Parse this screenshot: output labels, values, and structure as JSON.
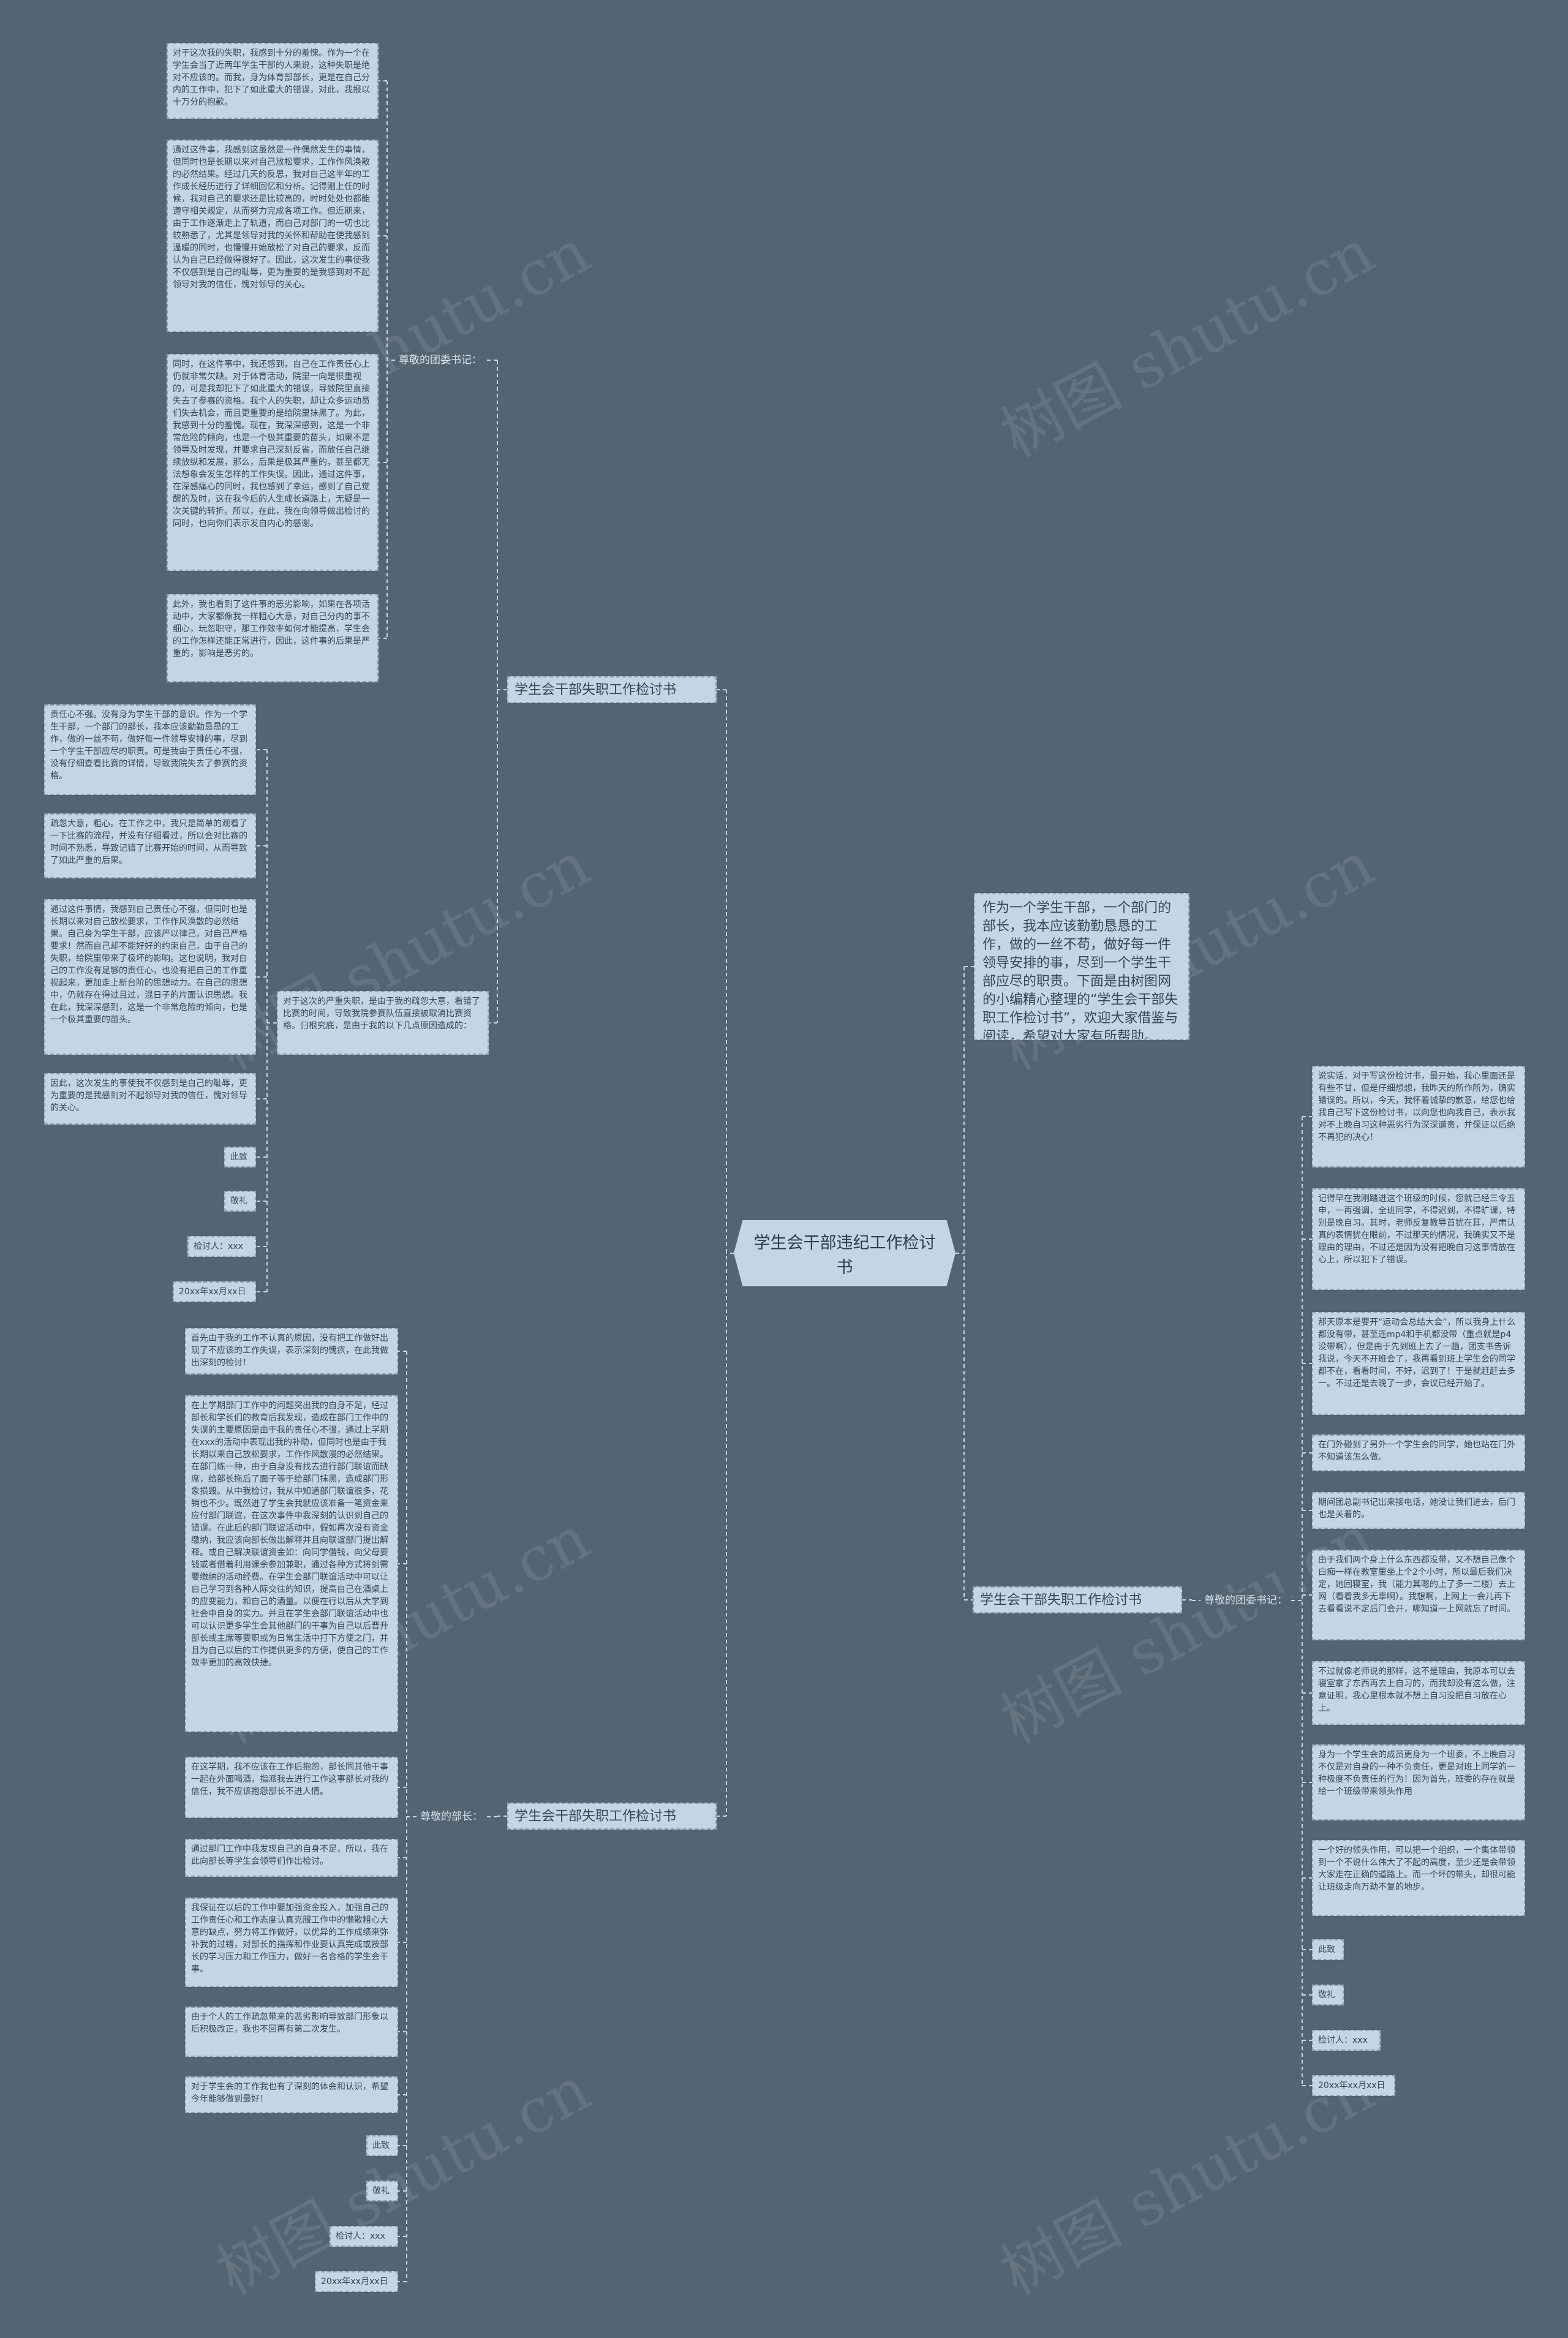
{
  "central": "学生会干部违纪工作检讨书",
  "intro": "作为一个学生干部，一个部门的部长，我本应该勤勤恳恳的工作，做的一丝不苟，做好每一件领导安排的事，尽到一个学生干部应尽的职责。下面是由树图网的小编精心整理的“学生会干部失职工作检讨书”，欢迎大家借鉴与阅读，希望对大家有所帮助。",
  "branch1": {
    "title": "学生会干部失职工作检讨书（一）",
    "salutation": "尊敬的团委书记：",
    "paras": [
      "对于这次我的失职，我感到十分的羞愧。作为一个在学生会当了近两年学生干部的人来说，这种失职是绝对不应该的。而我，身为体育部部长，更是在自己分内的工作中，犯下了如此重大的错误，对此，我报以十万分的抱歉。",
      "通过这件事，我感到这虽然是一件偶然发生的事情，但同时也是长期以来对自己放松要求，工作作风涣散的必然结果。经过几天的反思，我对自己这半年的工作成长经历进行了详细回忆和分析。记得刚上任的时候，我对自己的要求还是比较高的，时时处处也都能遵守相关规定，从而努力完成各项工作。但近期来，由于工作逐渐走上了轨道，而自己对部门的一切也比较熟悉了，尤其是领导对我的关怀和帮助在使我感到温暖的同时，也慢慢开始放松了对自己的要求，反而认为自己已经做得很好了。因此，这次发生的事使我不仅感到是自己的耻辱，更为重要的是我感到对不起领导对我的信任，愧对领导的关心。",
      "同时，在这件事中，我还感到，自己在工作责任心上仍就非常欠缺。对于体育活动，院里一向是很重视的，可是我却犯下了如此重大的错误，导致院里直接失去了参赛的资格。我个人的失职，却让众多运动员们失去机会，而且更重要的是给院里抹黑了。为此，我感到十分的羞愧。现在，我深深感到，这是一个非常危险的倾向，也是一个极其重要的苗头，如果不是领导及时发现，并要求自己深刻反省，而放任自己继续放纵和发展，那么，后果是极其严重的，甚至都无法想象会发生怎样的工作失误。因此，通过这件事，在深感痛心的同时，我也感到了幸运，感到了自己觉醒的及时，这在我今后的人生成长道路上，无疑是一次关键的转折。所以，在此，我在向领导做出检讨的同时，也向你们表示发自内心的感谢。",
      "此外，我也看到了这件事的恶劣影响，如果在各项活动中，大家都像我一样粗心大意，对自己分内的事不细心，玩忽职守，那工作效率如何才能提高，学生会的工作怎样还能正常进行，因此，这件事的后果是严重的，影响是恶劣的。"
    ],
    "sub": "对于这次的严重失职，是由于我的疏忽大意，看错了比赛的时间，导致我院参赛队伍直接被取消比赛资格。归根究底，是由于我的以下几点原因造成的：",
    "subParas": [
      "责任心不强。没有身为学生干部的意识。作为一个学生干部，一个部门的部长，我本应该勤勤恳恳的工作，做的一丝不苟，做好每一件领导安排的事，尽到一个学生干部应尽的职责。可是我由于责任心不强，没有仔细查看比赛的详情，导致我院失去了参赛的资格。",
      "疏忽大意，粗心。在工作之中，我只是简单的观看了一下比赛的流程，并没有仔细看过，所以会对比赛的时间不熟悉，导致记错了比赛开始的时间，从而导致了如此严重的后果。",
      "通过这件事情，我感到自己责任心不强，但同时也是长期以来对自己放松要求，工作作风涣散的必然结果。自己身为学生干部，应该严以律己，对自己严格要求！然而自己却不能好好的约束自己，由于自己的失职，给院里带来了极坏的影响。这也说明，我对自己的工作没有足够的责任心，也没有把自己的工作重视起来，更加走上新台阶的思想动力。在自己的思想中，仍就存在得过且过，混日子的片面认识思想。我在此，我深深感到，这是一个非常危险的倾向，也是一个极其重要的苗头。",
      "因此，这次发生的事使我不仅感到是自己的耻辱，更为重要的是我感到对不起领导对我的信任，愧对领导的关心。"
    ],
    "closing": [
      "此致",
      "敬礼",
      "检讨人：xxx",
      "20xx年xx月xx日"
    ]
  },
  "branch2": {
    "title": "学生会干部失职工作检讨书（二）",
    "salutation": "尊敬的团委书记：",
    "paras": [
      "说实话，对于写这份检讨书，最开始，我心里面还是有些不甘，但是仔细想想，我昨天的所作所为，确实错误的。所以，今天，我怀着诚挚的歉意，给您也给我自己写下这份检讨书，以向您也向我自己，表示我对不上晚自习这种恶劣行为深深谴责，并保证以后绝不再犯的决心！",
      "记得早在我刚踏进这个班级的时候，您就已经三令五申，一再强调，全班同学，不得迟到，不得旷课，特别是晚自习。其时，老师反复教导首犹在耳，严肃认真的表情犹在眼前，不过那天的情况，我确实又不是理由的理由，不过还是因为没有把晚自习这事情放在心上，所以犯下了错误。",
      "那天原本是要开“运动会总结大会”，所以我身上什么都没有带，甚至连mp4和手机都没带（重点就是p4没带啊），但是由于先到班上去了一趟，团支书告诉我说，今天不开班会了，我再看到班上学生会的同学都不在，看看时间，不好，迟到了！于是就赶赶去多一。不过还是去晚了一步，会议已经开始了。",
      "在门外碰到了另外一个学生会的同学，她也站在门外不知道该怎么做。",
      "期间团总副书记出来接电话，她没让我们进去，后门也是关着的。",
      "由于我们两个身上什么东西都没带，又不想自己像个白痴一样在教室里坐上个2个小时，所以最后我们决定，她回寝室，我（能力其嗯的上了多一二楼）去上网（看看我多无辜啊）。我想啊，上网上一会儿再下去看看说不定后门会开，哪知道一上网就忘了时间。",
      "不过就像老师说的那样，这不是理由，我原本可以去寝室拿了东西再去上自习的，而我却没有这么做，注意证明，我心里根本就不想上自习没把自习放在心上。",
      "身为一个学生会的成员更身为一个班委，不上晚自习不仅是对自身的一种不负责任，更是对班上同学的一种极度不负责任的行为！因为首先，班委的存在就是给一个班级带来领头作用",
      "一个好的领头作用，可以把一个组织，一个集体带领到一个不说什么伟大了不起的高度，至少还是会带领大家走在正确的道路上。而一个坏的带头，却很可能让班级走向万劫不复的地步。"
    ],
    "closing": [
      "此致",
      "敬礼",
      "检讨人：xxx",
      "20xx年xx月xx日"
    ]
  },
  "branch3": {
    "title": "学生会干部失职工作检讨书（三）",
    "salutation": "尊敬的部长：",
    "paras": [
      "首先由于我的工作不认真的原因，没有把工作做好出现了不应该的工作失误，表示深刻的愧疚，在此我做出深刻的检讨！",
      "在上学期部门工作中的问题突出我的自身不足，经过部长和学长们的教育后我发现，造成在部门工作中的失误的主要原因是由于我的责任心不强，通过上学期在xxx的活动中表现出我的补助，但同时也是由于我长期以来自己放松要求，工作作风散漫的必然结果。在部门练一种，由于自身没有找去进行部门联谊而缺席，给部长拖后了面子等于给部门抹黑，造成部门形象损毁。从中我检讨，我从中知道部门联谊很多，花销也不少。既然进了学生会我就应该准备一笔资金来应付部门联谊，在这次事件中我深刻的认识到自己的错误。在此后的部门联谊活动中，假如再次没有资金缴纳，我应该向部长做出解释并且向联谊部门提出解释。或自己解决联谊资金如：向同学借钱，向父母要钱或者借着利用课余参加兼职，通过各种方式将到需要缴纳的活动经费。在学生会部门联谊活动中可以让自己学习到各种人际交往的知识，提高自己在酒桌上的应变能力，和自己的酒量。以便在行以后从大学到社会中自身的实力。并且在学生会部门联谊活动中也可以认识更多学生会其他部门的干事为自己以后晋升部长或主席等要职或为日常生活中打下方便之门，并且为自己以后的工作提供更多的方便，使自己的工作效率更加的高效快捷。",
      "在这学期，我不应该在工作后抱怨，部长同其他干事一起在外面喝酒，指派我去进行工作这事部长对我的信任，我不应该抱怨部长不进人情。",
      "通过部门工作中我发现自己的自身不足，所以，我在此向部长等学生会领导们作出检讨。",
      "我保证在以后的工作中要加强资金投入，加强自己的工作责任心和工作态度认真克服工作中的懒散粗心大意的缺点，努力将工作做好，以优异的工作成绩来弥补我的过错，对部长的指挥和作业要认真完成或按部长的学习压力和工作压力，做好一名合格的学生会干事。",
      "由于个人的工作疏忽带来的恶劣影响导致部门形象以后积极改正，我也不回再有第二次发生。",
      "对于学生会的工作我也有了深刻的体会和认识，希望今年能够做到最好！"
    ],
    "closing": [
      "此致",
      "敬礼",
      "检讨人：xxx",
      "20xx年xx月xx日"
    ]
  },
  "watermark": "树图 shutu.cn",
  "colors": {
    "background": "#536472",
    "node": "#c4d6e4",
    "text": "#34475a",
    "line": "#c9d6e2"
  }
}
